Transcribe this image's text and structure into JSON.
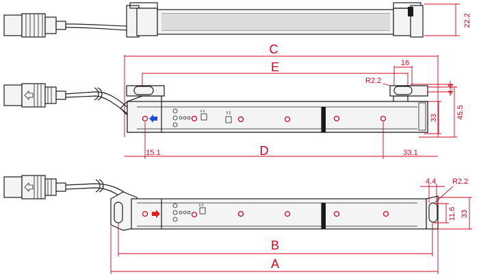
{
  "dimensions": {
    "top_height": "22.2",
    "C": "C",
    "E": "E",
    "slot_width": "16",
    "radius_top": "R2.2",
    "slot_height": "4.4",
    "height_33_mid": "33",
    "height_45_5": "45.5",
    "left_offset": "15.1",
    "D": "D",
    "right_offset": "33.1",
    "slot_height_bottom": "4.4",
    "radius_bottom": "R2.2",
    "slot_length": "11.6",
    "height_33_bottom": "33",
    "B": "B",
    "A": "A"
  },
  "colors": {
    "dimension": "#d0021b",
    "arrow_emitter": "#1f4fd8",
    "arrow_receiver": "#e0201b",
    "outline": "#1a1a1a"
  }
}
